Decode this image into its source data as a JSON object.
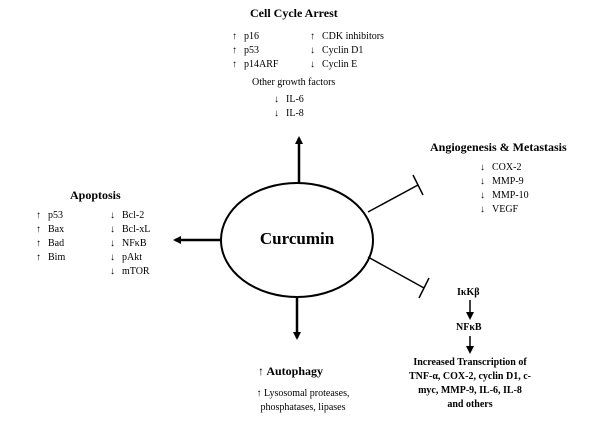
{
  "center": {
    "label": "Curcumin"
  },
  "cell_cycle": {
    "title": "Cell Cycle Arrest",
    "left_items": [
      {
        "dir": "↑",
        "text": "p16"
      },
      {
        "dir": "↑",
        "text": "p53"
      },
      {
        "dir": "↑",
        "text": "p14ARF"
      }
    ],
    "right_items": [
      {
        "dir": "↑",
        "text": "CDK inhibitors"
      },
      {
        "dir": "↓",
        "text": "Cyclin D1"
      },
      {
        "dir": "↓",
        "text": "Cyclin E"
      }
    ],
    "subheading": "Other growth factors",
    "growth_items": [
      {
        "dir": "↓",
        "text": "IL-6"
      },
      {
        "dir": "↓",
        "text": "IL-8"
      }
    ]
  },
  "angiogenesis": {
    "title": "Angiogenesis & Metastasis",
    "items": [
      {
        "dir": "↓",
        "text": "COX-2"
      },
      {
        "dir": "↓",
        "text": "MMP-9"
      },
      {
        "dir": "↓",
        "text": "MMP-10"
      },
      {
        "dir": "↓",
        "text": "VEGF"
      }
    ]
  },
  "apoptosis": {
    "title": "Apoptosis",
    "left_items": [
      {
        "dir": "↑",
        "text": "p53"
      },
      {
        "dir": "↑",
        "text": "Bax"
      },
      {
        "dir": "↑",
        "text": "Bad"
      },
      {
        "dir": "↑",
        "text": "Bim"
      }
    ],
    "right_items": [
      {
        "dir": "↓",
        "text": "Bcl-2"
      },
      {
        "dir": "↓",
        "text": "Bcl-xL"
      },
      {
        "dir": "↓",
        "text": "NFκB"
      },
      {
        "dir": "↓",
        "text": "pAkt"
      },
      {
        "dir": "↓",
        "text": "mTOR"
      }
    ]
  },
  "autophagy": {
    "title": "↑ Autophagy",
    "desc_line1": "↑ Lysosomal proteases,",
    "desc_line2": "phosphatases, lipases"
  },
  "nfkb": {
    "ikkb": "IκKβ",
    "nfkb": "NFκB",
    "transcription_lines": [
      "Increased Transcription of",
      "TNF-α, COX-2, cyclin D1, c-",
      "myc, MMP-9, IL-6, IL-8",
      "and others"
    ]
  }
}
